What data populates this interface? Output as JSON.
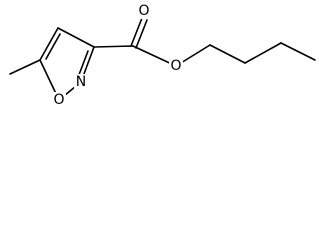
{
  "atoms": {
    "ring_nitrogen": "N",
    "ring_oxygen": "O",
    "carbonyl_oxygen": "O",
    "ester_oxygen": "O"
  },
  "colors": {
    "bond": "#000000",
    "label": "#000000",
    "background": "#ffffff"
  }
}
